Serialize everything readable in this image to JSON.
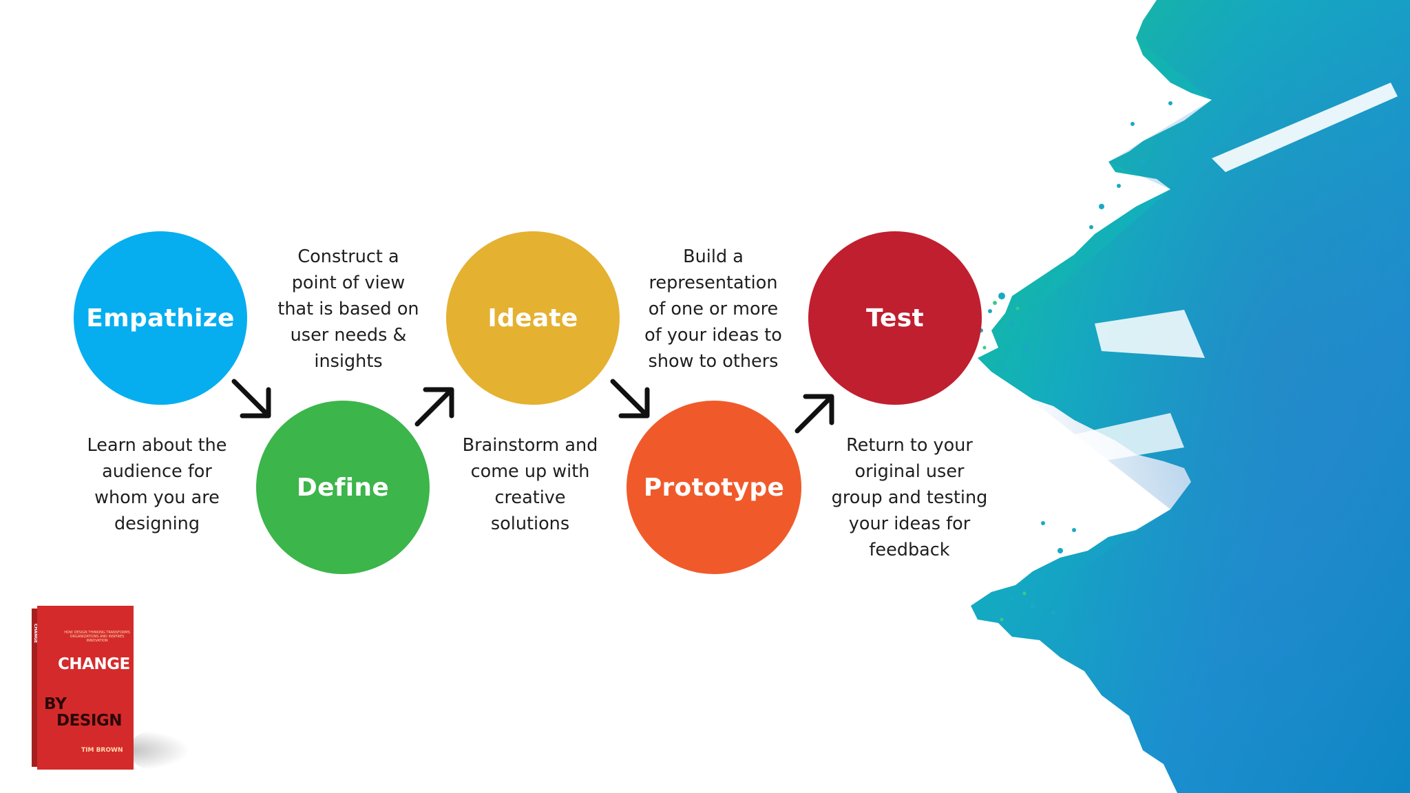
{
  "steps": [
    {
      "label": "Empathize",
      "color": "#06aeef",
      "description": [
        "Learn about the",
        "audience for",
        "whom you are",
        "designing"
      ]
    },
    {
      "label": "Define",
      "color": "#3cb54a",
      "description": [
        "Construct a",
        "point of view",
        "that is based on",
        "user needs &",
        "insights"
      ]
    },
    {
      "label": "Ideate",
      "color": "#e4b131",
      "description": [
        "Brainstorm and",
        "come up with",
        "creative",
        "solutions"
      ]
    },
    {
      "label": "Prototype",
      "color": "#f05a2a",
      "description": [
        "Build a",
        "representation",
        "of one or more",
        "of your ideas to",
        "show to others"
      ]
    },
    {
      "label": "Test",
      "color": "#c01f2f",
      "description": [
        "Return to your",
        "original user",
        "group and testing",
        "your ideas for",
        "feedback"
      ]
    }
  ],
  "arrows": [
    "arrow-down-right",
    "arrow-up-right",
    "arrow-down-right",
    "arrow-up-right"
  ],
  "book": {
    "title_line1": "CHANGE",
    "title_line2": "BY",
    "title_line3": "DESIGN",
    "author": "TIM BROWN",
    "subtitle": "HOW DESIGN THINKING TRANSFORMS ORGANIZATIONS AND INSPIRES INNOVATION",
    "spine": "CHANGE",
    "cover_color": "#d42a2b"
  },
  "decoration": {
    "splash_colors": [
      "#1d9fd6",
      "#13b3c9",
      "#1fbf8e",
      "#16a0a8"
    ]
  }
}
